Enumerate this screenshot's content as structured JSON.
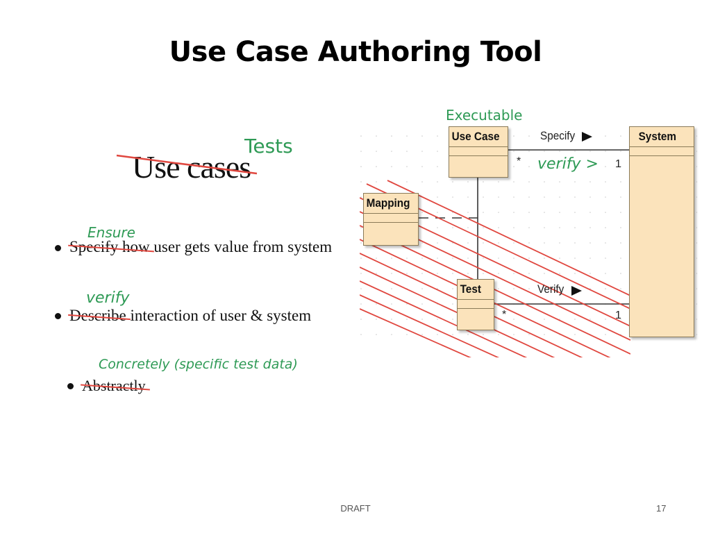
{
  "title": "Use Case Authoring Tool",
  "heading": {
    "struck_text": "Use cases",
    "replacement": "Tests"
  },
  "bullets": [
    {
      "correction": "Ensure",
      "struck": "Specify how",
      "rest": " user gets value from system"
    },
    {
      "correction": "verify",
      "struck": "Describe",
      "rest": " interaction of user & system"
    },
    {
      "correction": "Concretely (specific test data)",
      "struck": "Abstractly",
      "rest": ""
    }
  ],
  "diagram": {
    "classes": {
      "use_case": "Use Case",
      "system": "System",
      "mapping": "Mapping",
      "test": "Test"
    },
    "stereotype_note": "Executable",
    "assoc_specify": "Specify",
    "assoc_verify_handwritten": "verify >",
    "assoc_verify": "Verify",
    "mult_many_top": "*",
    "mult_one_top": "1",
    "mult_many_bottom": "*",
    "mult_one_bottom": "1",
    "colors": {
      "class_fill": "#fbe3bb",
      "class_border": "#8a7a58",
      "annotation_green": "#2e9a55",
      "strike_red": "#e0473f"
    }
  },
  "footer": {
    "label": "DRAFT",
    "page_number": "17"
  }
}
